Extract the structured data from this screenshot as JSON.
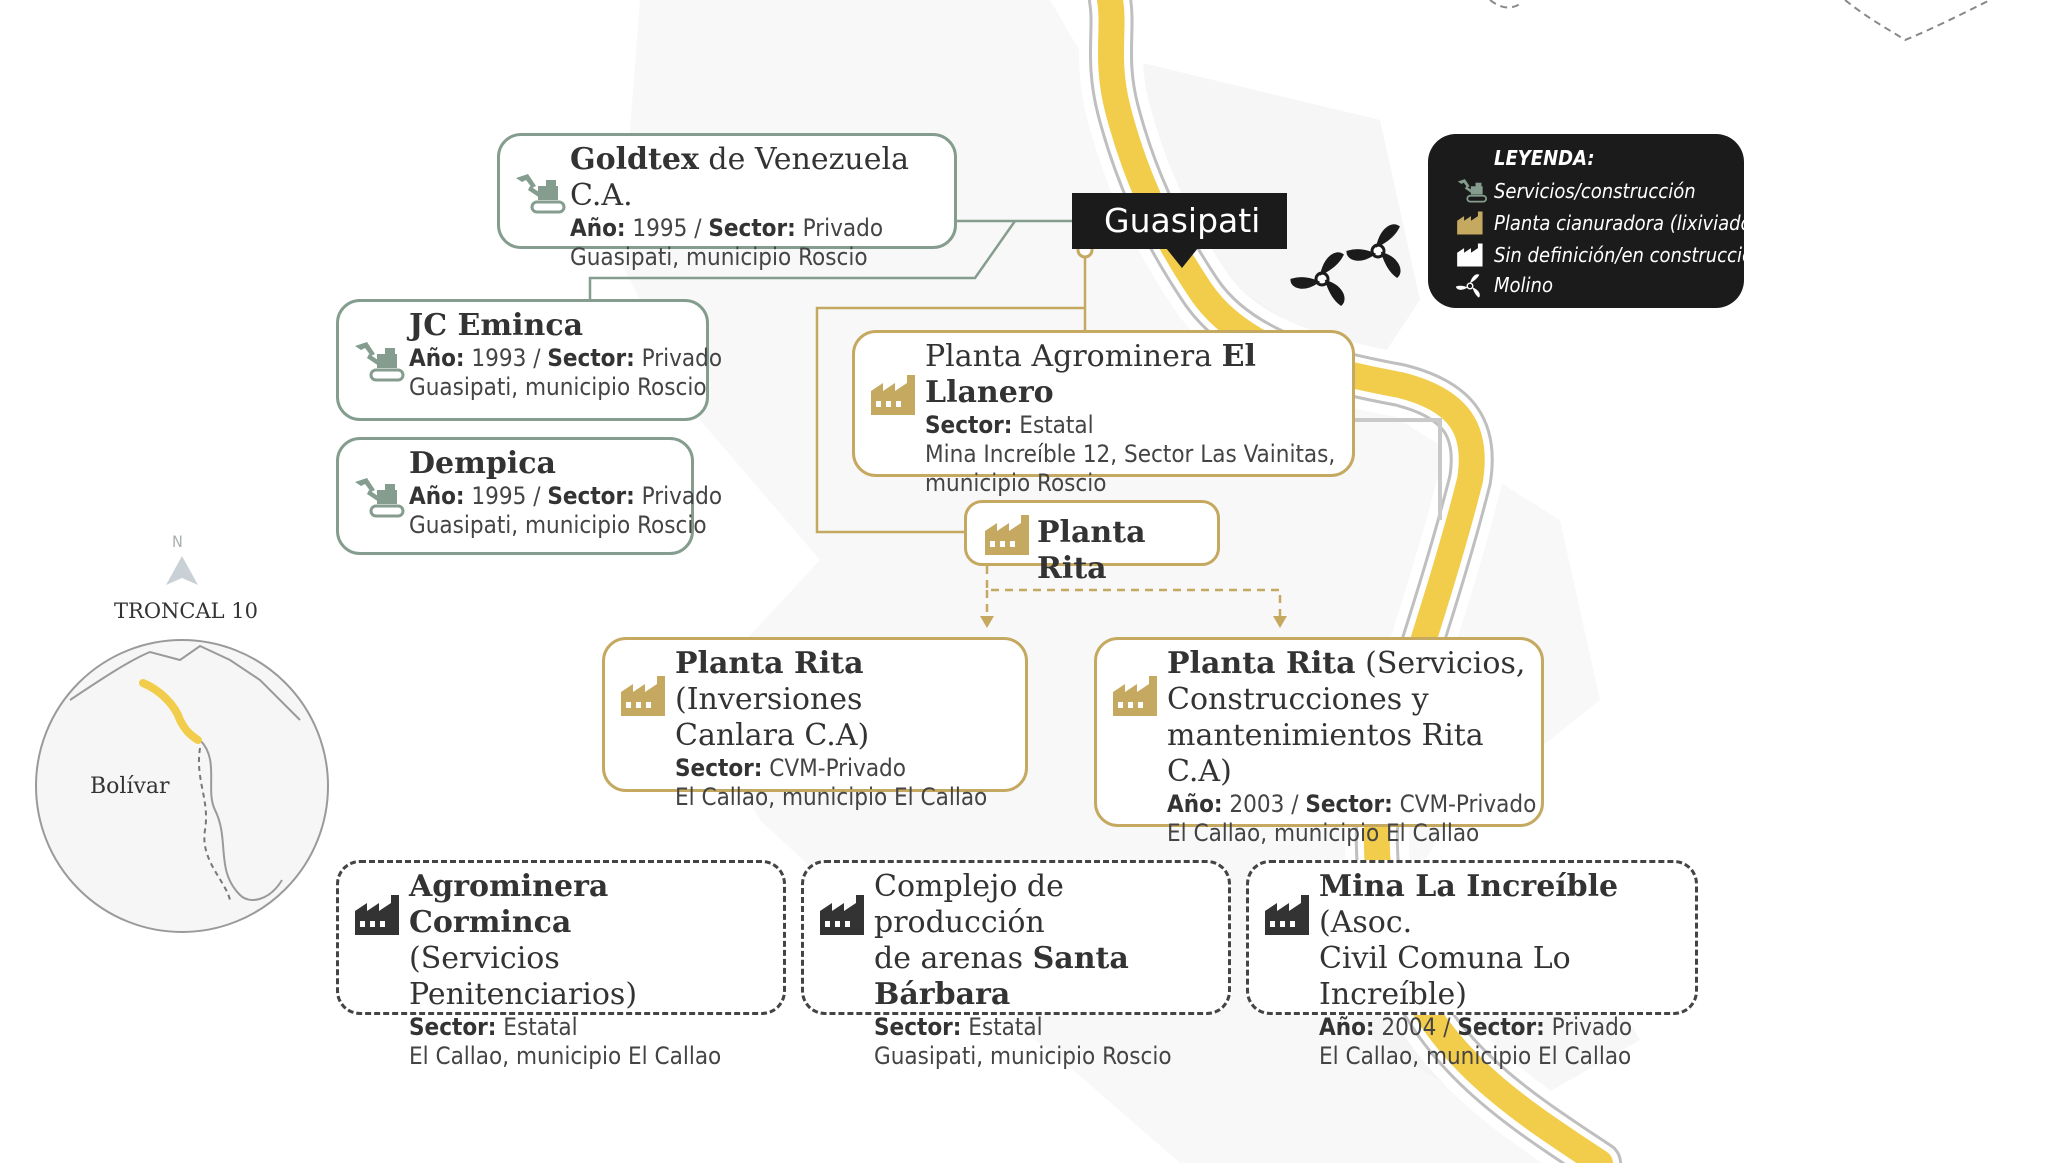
{
  "locator": {
    "road_name": "TRONCAL 10",
    "region_name": "Bolívar",
    "north_label": "N"
  },
  "guasipati": "Guasipati",
  "legend": {
    "title": "LEYENDA:",
    "items": [
      {
        "icon": "excavator-icon",
        "label": "Servicios/construcción",
        "color": "#849d8e"
      },
      {
        "icon": "factory-icon",
        "label": "Planta cianuradora (lixiviados)",
        "color": "#c5a961"
      },
      {
        "icon": "factory-outline-icon",
        "label": "Sin definición/en construcción",
        "color": "#ffffff"
      },
      {
        "icon": "windmill-icon",
        "label": "Molino",
        "color": "#ffffff"
      }
    ]
  },
  "cards": {
    "goldtex": {
      "title_bold": "Goldtex",
      "title_rest": " de Venezuela C.A.",
      "ano_label": "Año:",
      "ano": " 1995 / ",
      "sector_label": "Sector:",
      "sector": " Privado",
      "location": "Guasipati, municipio Roscio"
    },
    "jc": {
      "title_bold": "JC Eminca",
      "ano_label": "Año:",
      "ano": " 1993 / ",
      "sector_label": "Sector:",
      "sector": " Privado",
      "location": "Guasipati, municipio Roscio"
    },
    "dempica": {
      "title_bold": "Dempica",
      "ano_label": "Año:",
      "ano": " 1995 / ",
      "sector_label": "Sector:",
      "sector": " Privado",
      "location": "Guasipati, municipio Roscio"
    },
    "llanero": {
      "title_pre": "Planta Agrominera ",
      "title_bold": "El Llanero",
      "sector_label": "Sector:",
      "sector": " Estatal",
      "location1": "Mina Increíble 12, Sector Las Vainitas,",
      "location2": "municipio Roscio"
    },
    "rita": {
      "title_bold": "Planta Rita"
    },
    "rita_canlara": {
      "title_bold": "Planta Rita",
      "title_rest1": " (Inversiones",
      "title_rest2": "Canlara C.A)",
      "sector_label": "Sector:",
      "sector": " CVM-Privado",
      "location": "El Callao, municipio El Callao"
    },
    "rita_servicios": {
      "title_bold": "Planta Rita",
      "title_rest1": " (Servicios,",
      "title_rest2": "Construcciones y",
      "title_rest3": "mantenimientos Rita C.A)",
      "ano_label": "Año:",
      "ano": " 2003 / ",
      "sector_label": "Sector:",
      "sector": " CVM-Privado",
      "location": "El Callao, municipio El Callao"
    },
    "corminca": {
      "title_bold": "Agrominera Corminca",
      "title_rest": "(Servicios Penitenciarios)",
      "sector_label": "Sector:",
      "sector": " Estatal",
      "location": "El Callao, municipio El Callao"
    },
    "santa_barbara": {
      "title_pre1": "Complejo de producción",
      "title_pre2": "de arenas ",
      "title_bold": "Santa Bárbara",
      "sector_label": "Sector:",
      "sector": " Estatal",
      "location": "Guasipati, municipio Roscio"
    },
    "increible": {
      "title_bold": "Mina La Increíble",
      "title_rest1": " (Asoc.",
      "title_rest2": "Civil Comuna Lo Increíble)",
      "ano_label": "Año:",
      "ano": " 2004 / ",
      "sector_label": "Sector:",
      "sector": " Privado",
      "location": "El Callao, municipio El Callao"
    }
  },
  "colors": {
    "road": "#f2cd4c",
    "services": "#849d8e",
    "cyanide": "#c5a961",
    "undefined": "#333333"
  }
}
